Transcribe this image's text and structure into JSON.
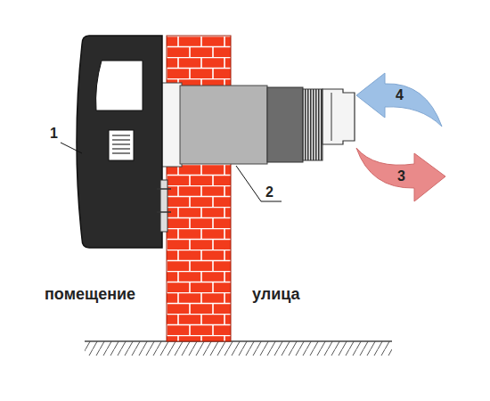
{
  "diagram": {
    "labels": [
      "1",
      "2",
      "4",
      "3",
      "помещение",
      "улица"
    ]
  }
}
